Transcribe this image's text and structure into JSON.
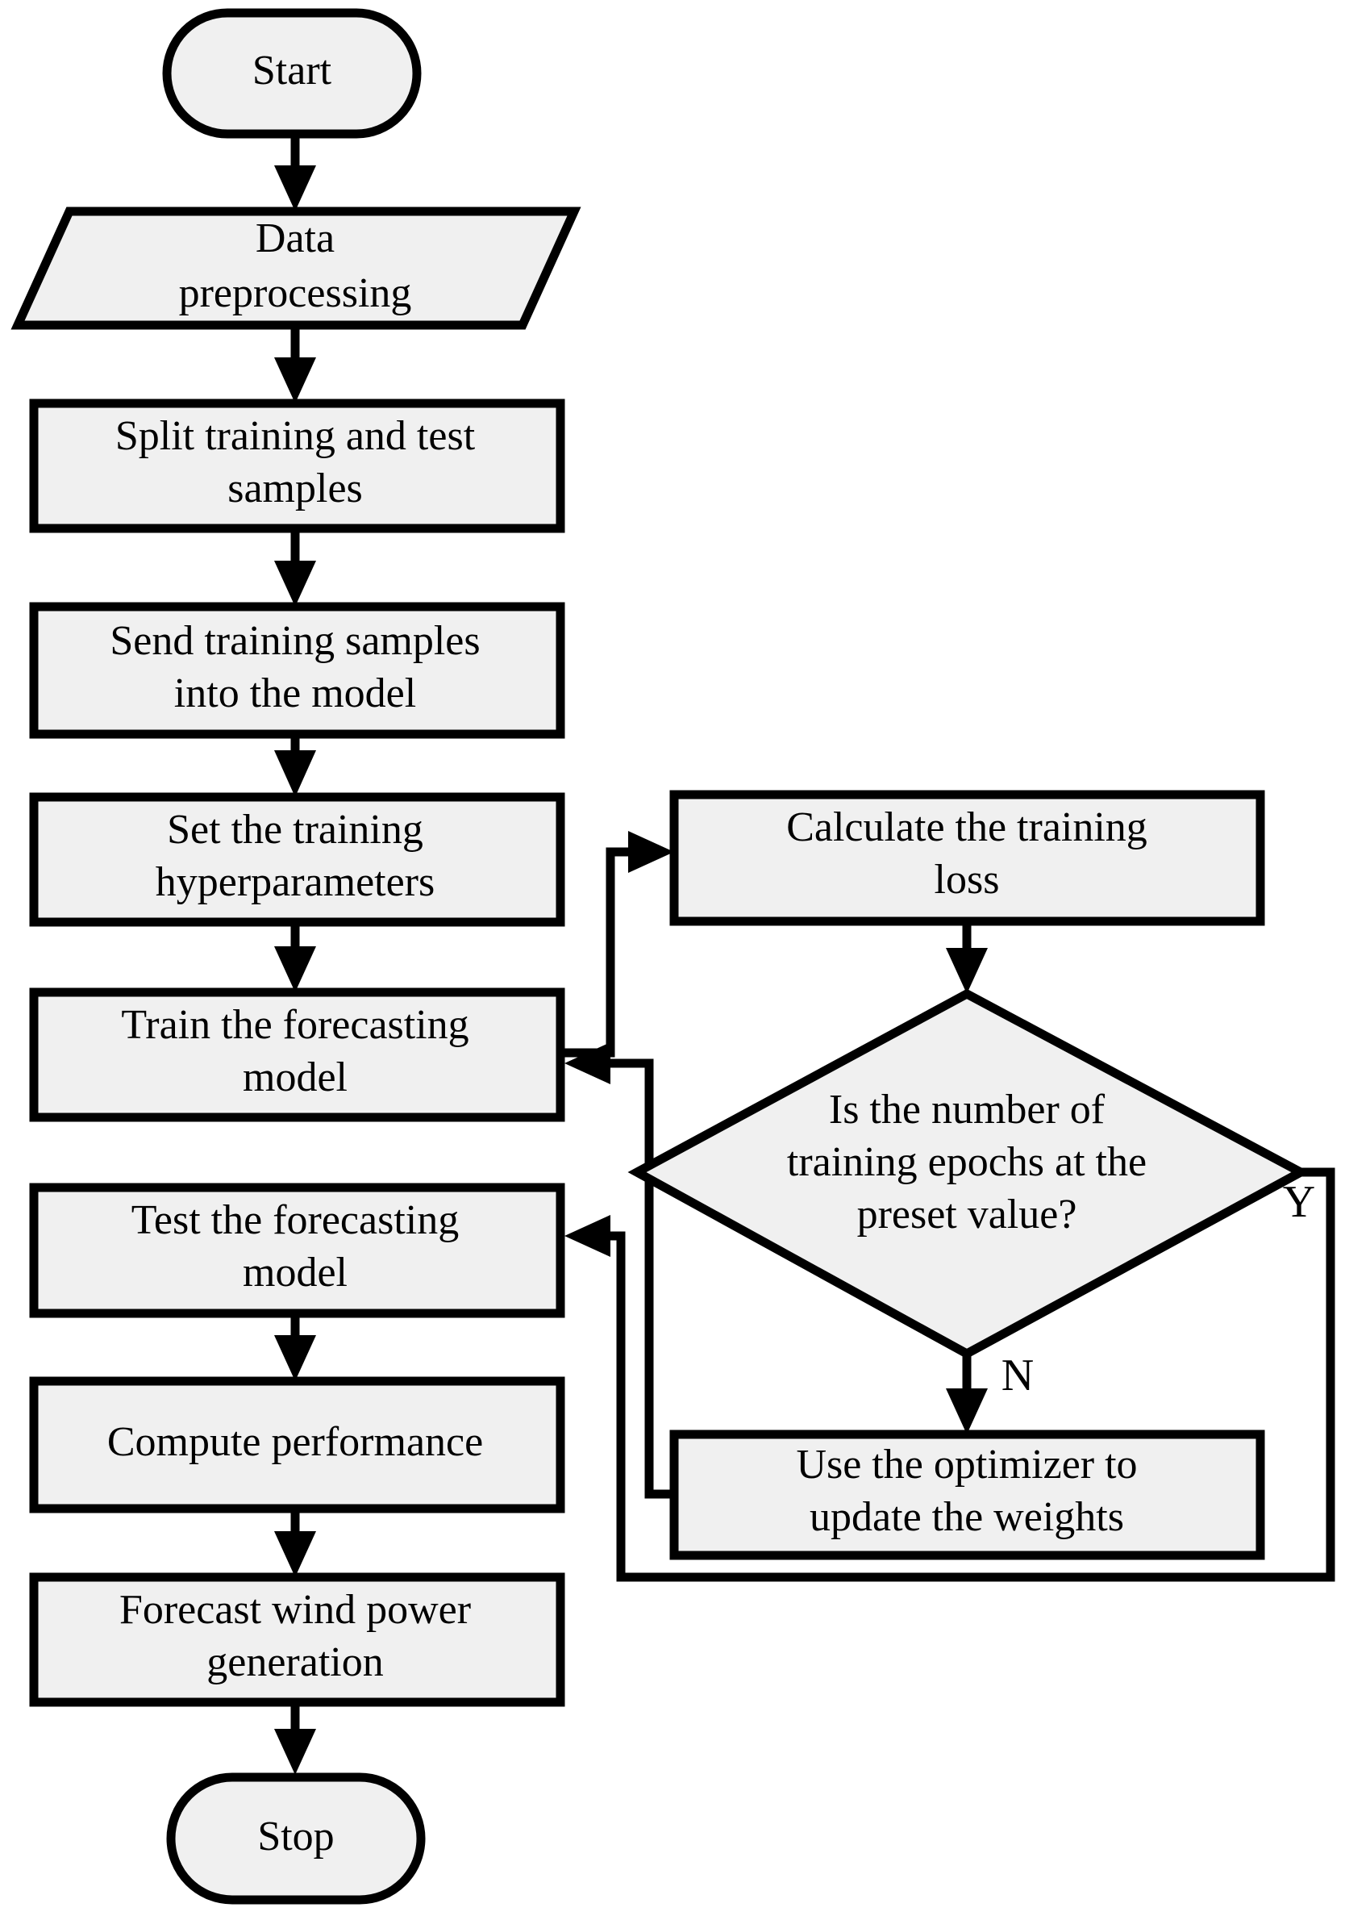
{
  "diagram": {
    "title": "Wind power forecasting model workflow flowchart",
    "colors": {
      "node_fill": "#f0f0f0",
      "stroke": "#000000",
      "background": "#ffffff",
      "text": "#000000"
    },
    "nodes": {
      "start": {
        "shape": "terminator",
        "label": "Start"
      },
      "data_preprocessing": {
        "shape": "parallelogram",
        "label_line1": "Data",
        "label_line2": "preprocessing"
      },
      "split_samples": {
        "shape": "process",
        "label_line1": "Split training and test",
        "label_line2": "samples"
      },
      "send_samples": {
        "shape": "process",
        "label_line1": "Send training samples",
        "label_line2": "into the model"
      },
      "set_hyperparameters": {
        "shape": "process",
        "label_line1": "Set the training",
        "label_line2": "hyperparameters"
      },
      "train_model": {
        "shape": "process",
        "label_line1": "Train the forecasting",
        "label_line2": "model"
      },
      "calculate_loss": {
        "shape": "process",
        "label_line1": "Calculate the training",
        "label_line2": "loss"
      },
      "epochs_decision": {
        "shape": "decision",
        "label_line1": "Is the number of",
        "label_line2": "training epochs at the",
        "label_line3": "preset value?"
      },
      "update_weights": {
        "shape": "process",
        "label_line1": "Use the optimizer to",
        "label_line2": "update the weights"
      },
      "test_model": {
        "shape": "process",
        "label_line1": "Test the forecasting",
        "label_line2": "model"
      },
      "compute_performance": {
        "shape": "process",
        "label": "Compute performance"
      },
      "forecast_generation": {
        "shape": "process",
        "label_line1": "Forecast wind power",
        "label_line2": "generation"
      },
      "stop": {
        "shape": "terminator",
        "label": "Stop"
      }
    },
    "branch_labels": {
      "yes": "Y",
      "no": "N"
    },
    "edges": [
      {
        "from": "start",
        "to": "data_preprocessing",
        "label": ""
      },
      {
        "from": "data_preprocessing",
        "to": "split_samples",
        "label": ""
      },
      {
        "from": "split_samples",
        "to": "send_samples",
        "label": ""
      },
      {
        "from": "send_samples",
        "to": "set_hyperparameters",
        "label": ""
      },
      {
        "from": "set_hyperparameters",
        "to": "train_model",
        "label": ""
      },
      {
        "from": "train_model",
        "to": "calculate_loss",
        "label": ""
      },
      {
        "from": "calculate_loss",
        "to": "epochs_decision",
        "label": ""
      },
      {
        "from": "epochs_decision",
        "to": "update_weights",
        "label": "N"
      },
      {
        "from": "update_weights",
        "to": "train_model",
        "label": ""
      },
      {
        "from": "epochs_decision",
        "to": "test_model",
        "label": "Y"
      },
      {
        "from": "test_model",
        "to": "compute_performance",
        "label": ""
      },
      {
        "from": "compute_performance",
        "to": "forecast_generation",
        "label": ""
      },
      {
        "from": "forecast_generation",
        "to": "stop",
        "label": ""
      }
    ]
  }
}
